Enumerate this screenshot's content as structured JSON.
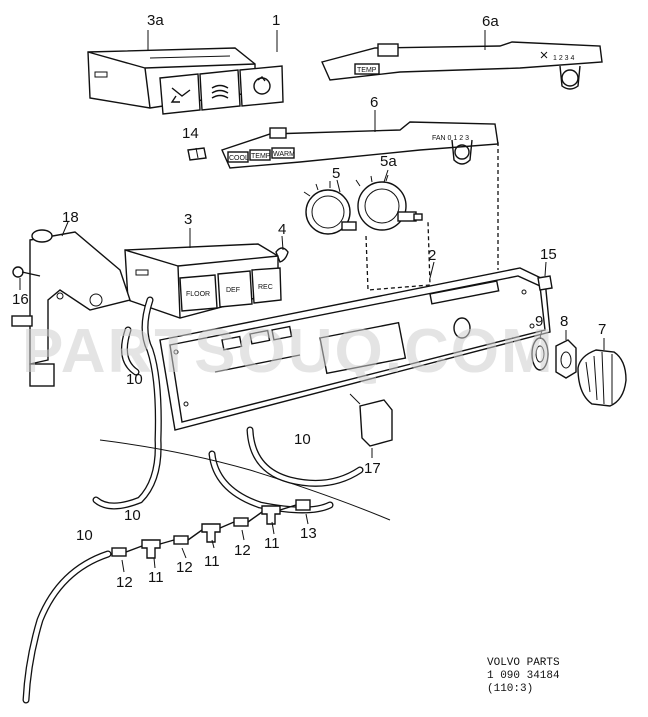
{
  "callouts": {
    "c1": "1",
    "c2": "2",
    "c3": "3",
    "c3a": "3a",
    "c4": "4",
    "c5": "5",
    "c5a": "5a",
    "c6": "6",
    "c6a": "6a",
    "c7": "7",
    "c8": "8",
    "c9": "9",
    "c10a": "10",
    "c10b": "10",
    "c10c": "10",
    "c10d": "10",
    "c11a": "11",
    "c11b": "11",
    "c11c": "11",
    "c12a": "12",
    "c12b": "12",
    "c12c": "12",
    "c13": "13",
    "c14": "14",
    "c15": "15",
    "c16": "16",
    "c17": "17",
    "c18": "18"
  },
  "buttons": {
    "floor": "FLOOR",
    "def": "DEF",
    "rec": "REC"
  },
  "slider6": {
    "cool": "COOL",
    "temp": "TEMP",
    "warm": "WARM",
    "fan": "FAN 0  1  2  3"
  },
  "slider6a": {
    "temp": "TEMP",
    "fan": "1  2  3  4"
  },
  "watermark": "PARTSOUQ.COM",
  "reference": {
    "brand": "VOLVO PARTS",
    "number": "1  090  34184",
    "code": "(110:3)"
  }
}
